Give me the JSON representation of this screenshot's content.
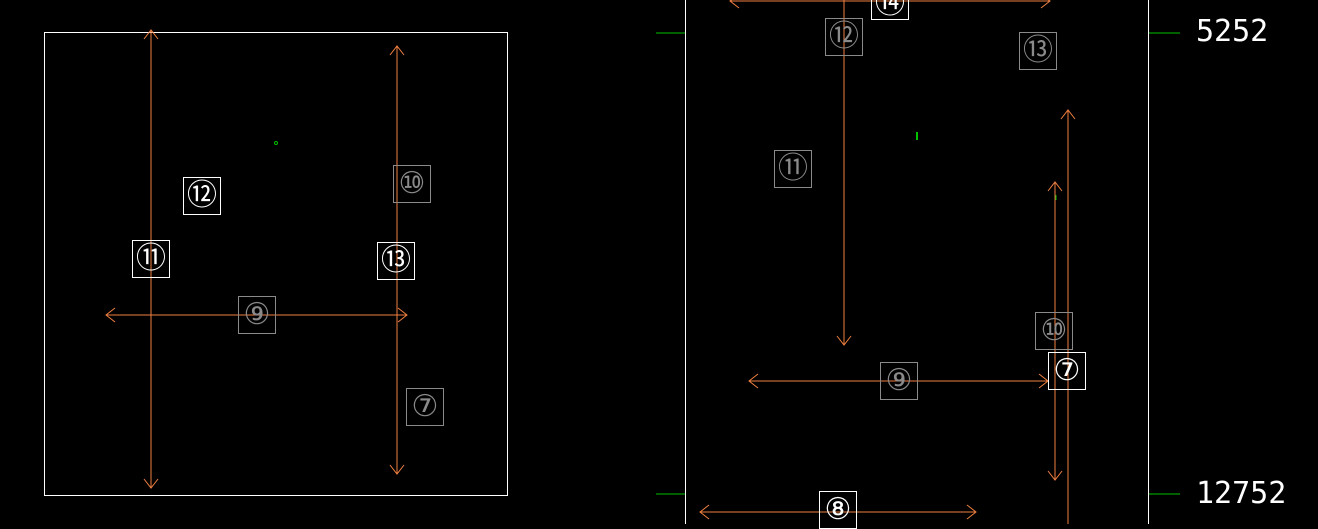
{
  "colors": {
    "background": "#000000",
    "frame": "#ffffff",
    "arrow": "#f08040",
    "tick": "#00c000",
    "label_bright": "#ffffff",
    "label_dim": "#8a8a8a"
  },
  "left_view": {
    "labels": [
      {
        "id": "11",
        "text": "⑪",
        "style": "bright"
      },
      {
        "id": "12",
        "text": "⑫",
        "style": "bright"
      },
      {
        "id": "13",
        "text": "⑬",
        "style": "bright"
      },
      {
        "id": "10",
        "text": "⑩",
        "style": "dim"
      },
      {
        "id": "9",
        "text": "⑨",
        "style": "dim"
      },
      {
        "id": "7",
        "text": "⑦",
        "style": "dim"
      }
    ]
  },
  "right_view": {
    "labels": [
      {
        "id": "14",
        "text": "⑭",
        "style": "bright"
      },
      {
        "id": "12",
        "text": "⑫",
        "style": "dim"
      },
      {
        "id": "13",
        "text": "⑬",
        "style": "dim"
      },
      {
        "id": "11",
        "text": "⑪",
        "style": "dim"
      },
      {
        "id": "10",
        "text": "⑩",
        "style": "dim"
      },
      {
        "id": "9",
        "text": "⑨",
        "style": "dim"
      },
      {
        "id": "7",
        "text": "⑦",
        "style": "bright"
      },
      {
        "id": "8",
        "text": "⑧",
        "style": "bright"
      }
    ],
    "elevations": {
      "top": "5252",
      "bottom": "12752"
    }
  }
}
